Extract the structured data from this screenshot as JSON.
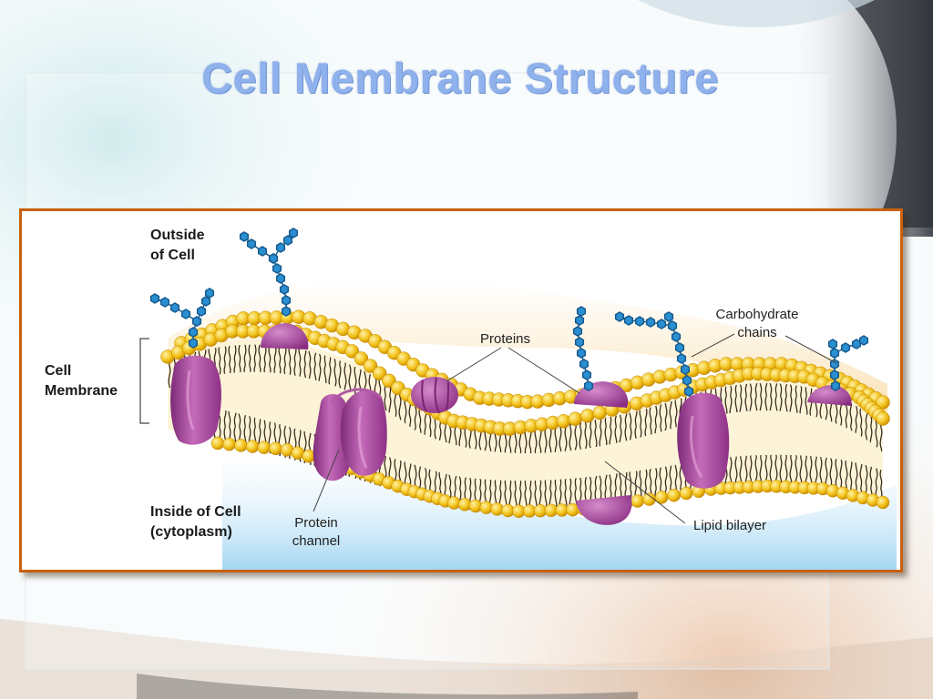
{
  "slide": {
    "title": "Cell Membrane Structure"
  },
  "diagram": {
    "labels": {
      "outside": [
        "Outside",
        "of Cell"
      ],
      "cell_membrane": [
        "Cell",
        "Membrane"
      ],
      "inside": [
        "Inside of Cell",
        "(cytoplasm)"
      ],
      "protein_channel": [
        "Protein",
        "channel"
      ],
      "proteins": "Proteins",
      "carbohydrate": [
        "Carbohydrate",
        "chains"
      ],
      "lipid_bilayer": "Lipid bilayer"
    },
    "colors": {
      "frame_border": "#c9600e",
      "title": "#8fb1ec",
      "lipid_head": "#f2c21a",
      "protein": "#a8429a",
      "carbohydrate": "#1f7fc0"
    }
  }
}
